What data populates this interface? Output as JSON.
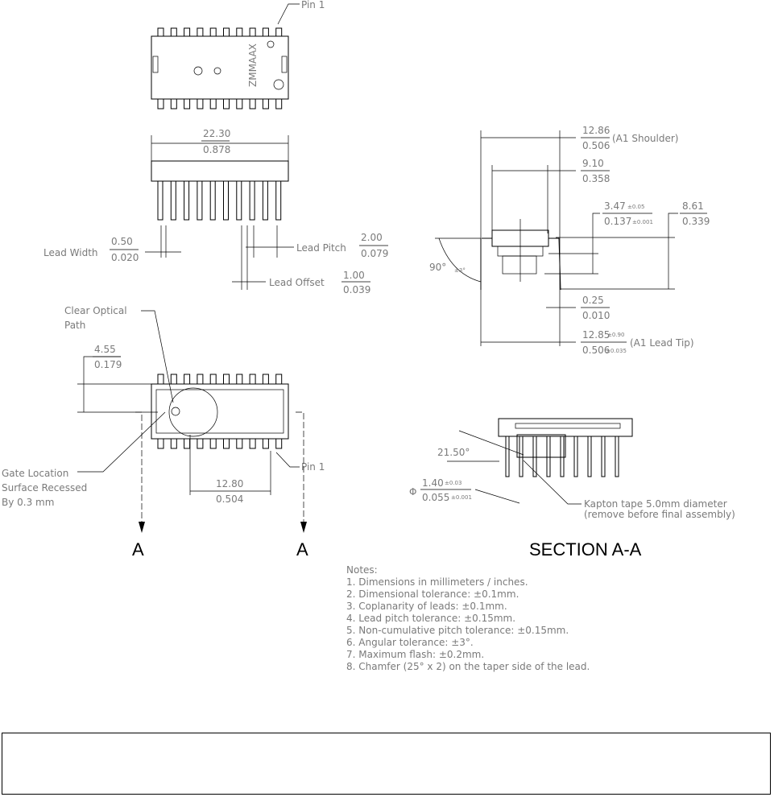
{
  "top_view": {
    "pin1_label": "Pin 1",
    "marking": "ZMMAAX"
  },
  "front_view": {
    "width": {
      "mm": "22.30",
      "in": "0.878"
    },
    "lead_width": {
      "label": "Lead Width",
      "mm": "0.50",
      "in": "0.020"
    },
    "lead_pitch": {
      "label": "Lead Pitch",
      "mm": "2.00",
      "in": "0.079"
    },
    "lead_offset": {
      "label": "Lead Offset",
      "mm": "1.00",
      "in": "0.039"
    }
  },
  "bottom_view": {
    "optical_label_1": "Clear Optical",
    "optical_label_2": "Path",
    "height": {
      "mm": "4.55",
      "in": "0.179"
    },
    "gate_1": "Gate Location",
    "gate_2": "Surface Recessed",
    "gate_3": "By 0.3 mm",
    "span": {
      "mm": "12.80",
      "in": "0.504"
    },
    "pin1_label": "Pin 1",
    "section_mark_left": "A",
    "section_mark_right": "A"
  },
  "side_view": {
    "shoulder": {
      "mm": "12.86",
      "in": "0.506",
      "note": "(A1 Shoulder)"
    },
    "body": {
      "mm": "9.10",
      "in": "0.358"
    },
    "window": {
      "mm": "3.47",
      "mm_tol": "±0.05",
      "in": "0.137",
      "in_tol": "±0.001"
    },
    "height": {
      "mm": "8.61",
      "in": "0.339"
    },
    "angle": {
      "value": "90°",
      "tol": "±3°"
    },
    "lead_thk": {
      "mm": "0.25",
      "in": "0.010"
    },
    "lead_tip": {
      "mm": "12.85",
      "mm_tol": "±0.90",
      "in": "0.506",
      "in_tol": "±0.035",
      "note": "(A1 Lead Tip)"
    }
  },
  "section": {
    "angle": "21.50°",
    "dia_symbol": "Φ",
    "dia": {
      "mm": "1.40",
      "mm_tol": "±0.03",
      "in": "0.055",
      "in_tol": "±0.001"
    },
    "kapton_1": "Kapton tape 5.0mm diameter",
    "kapton_2": "(remove before final assembly)",
    "title": "SECTION A-A"
  },
  "notes": {
    "title": "Notes:",
    "items": [
      "1. Dimensions in millimeters / inches.",
      "2. Dimensional tolerance: ±0.1mm.",
      "3. Coplanarity of leads: ±0.1mm.",
      "4. Lead pitch tolerance: ±0.15mm.",
      "5. Non-cumulative pitch tolerance: ±0.15mm.",
      "6. Angular tolerance: ±3°.",
      "7. Maximum flash: ±0.2mm.",
      "8. Chamfer (25° x 2) on the taper side of the lead."
    ]
  }
}
